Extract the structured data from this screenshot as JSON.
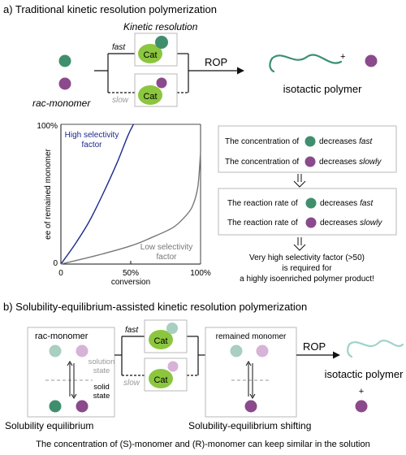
{
  "section_a": {
    "title": "a) Traditional kinetic resolution polymerization",
    "kinetic_resolution_label": "Kinetic resolution",
    "fast_label": "fast",
    "slow_label": "slow",
    "cat_label": "Cat",
    "rop_label": "ROP",
    "rac_monomer_label": "rac-monomer",
    "plus_sign": "+",
    "product_label": "isotactic polymer"
  },
  "chart": {
    "ylabel": "ee of remained monomer",
    "xlabel": "conversion",
    "y_tick_top": "100%",
    "y_tick_zero": "0",
    "x_ticks": [
      "0",
      "50%",
      "100%"
    ],
    "high_label_line1": "High selectivity",
    "high_label_line2": "factor",
    "low_label_line1": "Low selectivity",
    "low_label_line2": "factor"
  },
  "chart_data": {
    "type": "line",
    "xlabel": "conversion",
    "ylabel": "ee of remained monomer",
    "xlim": [
      0,
      100
    ],
    "ylim": [
      0,
      100
    ],
    "series": [
      {
        "name": "High selectivity factor",
        "x": [
          0,
          10,
          20,
          30,
          40,
          48,
          52
        ],
        "values": [
          0,
          14,
          30,
          50,
          72,
          92,
          100
        ]
      },
      {
        "name": "Low selectivity factor",
        "x": [
          0,
          25,
          50,
          65,
          80,
          88,
          94,
          98,
          100
        ],
        "values": [
          0,
          6,
          13,
          19,
          26,
          33,
          41,
          55,
          80
        ]
      }
    ]
  },
  "explain": {
    "box1_row1_pre": "The concentration of",
    "box1_row1_post": "decreases",
    "box1_row1_rate": "fast",
    "box1_row2_pre": "The concentration of",
    "box1_row2_post": "decreases",
    "box1_row2_rate": "slowly",
    "box2_row1_pre": "The reaction rate of",
    "box2_row1_post": "decreases",
    "box2_row1_rate": "fast",
    "box2_row2_pre": "The reaction rate of",
    "box2_row2_post": "decreases",
    "box2_row2_rate": "slowly",
    "conclusion_line1": "Very high selectivity factor (>50)",
    "conclusion_line2": "is required for",
    "conclusion_line3": "a highly isoenriched polymer product!"
  },
  "section_b": {
    "title": "b) Solubility-equilibrium-assisted kinetic resolution polymerization",
    "rac_monomer_label": "rac-monomer",
    "solution_state_line1": "solution",
    "solution_state_line2": "state",
    "solid_state_line1": "solid",
    "solid_state_line2": "state",
    "fast_label": "fast",
    "slow_label": "slow",
    "cat_label": "Cat",
    "remained_label": "remained monomer",
    "rop_label": "ROP",
    "product_label": "isotactic polymer",
    "plus_sign": "+",
    "caption_left": "Solubility equilibrium",
    "caption_right": "Solubility-equilibrium shifting",
    "footer": "The concentration of (S)-monomer and (R)-monomer can keep similar in the solution"
  },
  "colors": {
    "green": "#3f8f6e",
    "purple": "#8a4a8c",
    "light_green": "#a8cfbf",
    "light_purple": "#d6b3d7",
    "catalyst": "#8cc63f",
    "high_curve": "#1a2a8c",
    "low_curve": "#777777",
    "polymer": "#3a8f74",
    "light_polymer": "#9fd3c9",
    "box_border": "#b8b8b8"
  }
}
